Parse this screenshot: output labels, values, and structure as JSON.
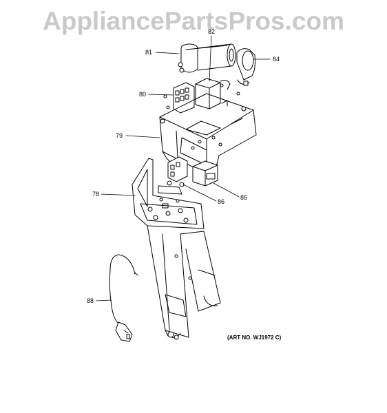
{
  "watermark": "AppliancePartsPros.com",
  "art_number": "(ART NO. WJ1972 C)",
  "callouts": {
    "c81": "81",
    "c82": "82",
    "c84": "84",
    "c80": "80",
    "c79": "79",
    "c78": "78",
    "c86": "86",
    "c85": "85",
    "c88": "88"
  },
  "colors": {
    "line": "#000000",
    "watermark": "#c9c9c9"
  }
}
